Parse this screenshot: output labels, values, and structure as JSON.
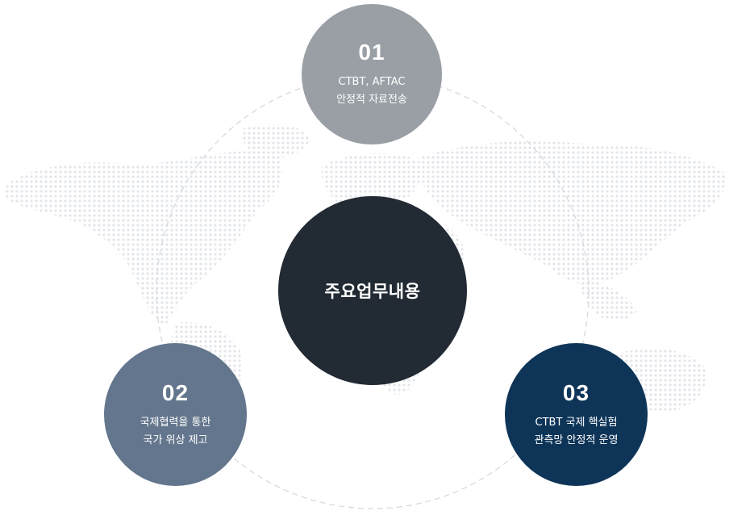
{
  "colors": {
    "background": "#ffffff",
    "map_dots": "#dfe2e7",
    "ring": "#d6d9de",
    "center": "#222a33",
    "node1": "#9a9fa6",
    "node2": "#64768d",
    "node3": "#0e3558"
  },
  "center": {
    "label": "주요업무내용"
  },
  "nodes": [
    {
      "number": "01",
      "lines": [
        "CTBT, AFTAC",
        "안정적 자료전송"
      ]
    },
    {
      "number": "02",
      "lines": [
        "국제협력을 통한",
        "국가 위상 제고"
      ]
    },
    {
      "number": "03",
      "lines": [
        "CTBT 국제 핵실험",
        "관측망 안정적 운영"
      ]
    }
  ]
}
